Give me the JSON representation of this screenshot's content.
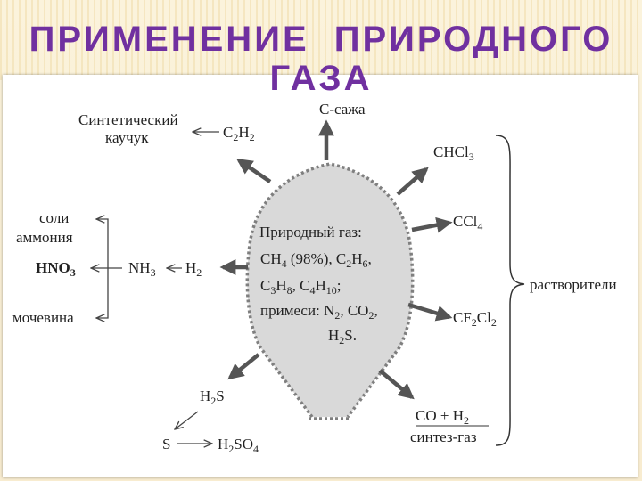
{
  "title": "ПРИМЕНЕНИЕ  ПРИРОДНОГО ГАЗА",
  "center": {
    "heading": "Природный газ:",
    "line1": [
      "CH",
      "4",
      " (98%), C",
      "2",
      "H",
      "6",
      ","
    ],
    "line2": [
      "C",
      "3",
      "H",
      "8",
      ", C",
      "4",
      "H",
      "10",
      ";"
    ],
    "line3": [
      "примеси: N",
      "2",
      ", CO",
      "2",
      ","
    ],
    "line4": [
      "H",
      "2",
      "S."
    ]
  },
  "products": {
    "soot": "С-сажа",
    "c2h2": [
      "C",
      "2",
      "H",
      "2"
    ],
    "rubber": [
      "Синтетический",
      "каучук"
    ],
    "chcl3": [
      "CHCl",
      "3"
    ],
    "ccl4": [
      "CCl",
      "4"
    ],
    "cf2cl2": [
      "CF",
      "2",
      "Cl",
      "2"
    ],
    "syngas_formula": [
      "CO + H",
      "2"
    ],
    "syngas": "синтез-газ",
    "solvents": "растворители",
    "h2": [
      "H",
      "2"
    ],
    "nh3": [
      "NH",
      "3"
    ],
    "hno3": [
      "HNO",
      "3"
    ],
    "ammonium_salts": [
      "соли",
      "аммония"
    ],
    "urea": "мочевина",
    "h2s": [
      "H",
      "2",
      "S"
    ],
    "s": "S",
    "h2so4": [
      "H",
      "2",
      "SO",
      "4"
    ]
  },
  "colors": {
    "title": "#7030a0",
    "shape_fill": "#d9d9d9",
    "shape_border": "#7f7f7f",
    "arrow": "#555555"
  }
}
